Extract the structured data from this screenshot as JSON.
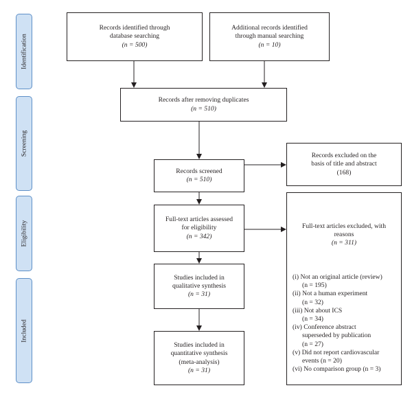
{
  "stages": {
    "identification": "Identification",
    "screening": "Screening",
    "eligibility": "Eligibility",
    "included": "Included"
  },
  "boxes": {
    "database": {
      "line1": "Records identified through",
      "line2": "database searching",
      "count": "(n = 500)"
    },
    "manual": {
      "line1": "Additional records identified",
      "line2": "through manual searching",
      "count": "(n = 10)"
    },
    "duplicates": {
      "line1": "Records after removing duplicates",
      "count": "(n = 510)"
    },
    "screened": {
      "line1": "Records screened",
      "count": "(n = 510)"
    },
    "excluded_title": {
      "line1": "Records excluded on the",
      "line2": "basis of title and abstract",
      "count": "(168)"
    },
    "fulltext": {
      "line1": "Full-text articles assessed",
      "line2": "for eligibility",
      "count": "(n = 342)"
    },
    "fulltext_excluded": {
      "line1": "Full-text articles excluded, with",
      "line2": "reasons",
      "count": "(n = 311)"
    },
    "qualitative": {
      "line1": "Studies included in",
      "line2": "qualitative synthesis",
      "count": "(n = 31)"
    },
    "quantitative": {
      "line1": "Studies included in",
      "line2": "quantitative synthesis",
      "line3": "(meta-analysis)",
      "count": "(n = 31)"
    }
  },
  "exclusion_reasons": [
    {
      "line1": "(i) Not an original article (review)",
      "line2": "(n = 195)"
    },
    {
      "line1": "(ii) Not a human experiment",
      "line2": "(n = 32)"
    },
    {
      "line1": "(iii) Not about ICS",
      "line2": "(n = 34)"
    },
    {
      "line1": "(iv) Conference abstract",
      "line2": "superseded by publication",
      "line3": "(n = 27)"
    },
    {
      "line1": "(v) Did not report cardiovascular",
      "line2": "events (n = 20)"
    },
    {
      "line1": "(vi) No comparison group (n = 3)"
    }
  ]
}
